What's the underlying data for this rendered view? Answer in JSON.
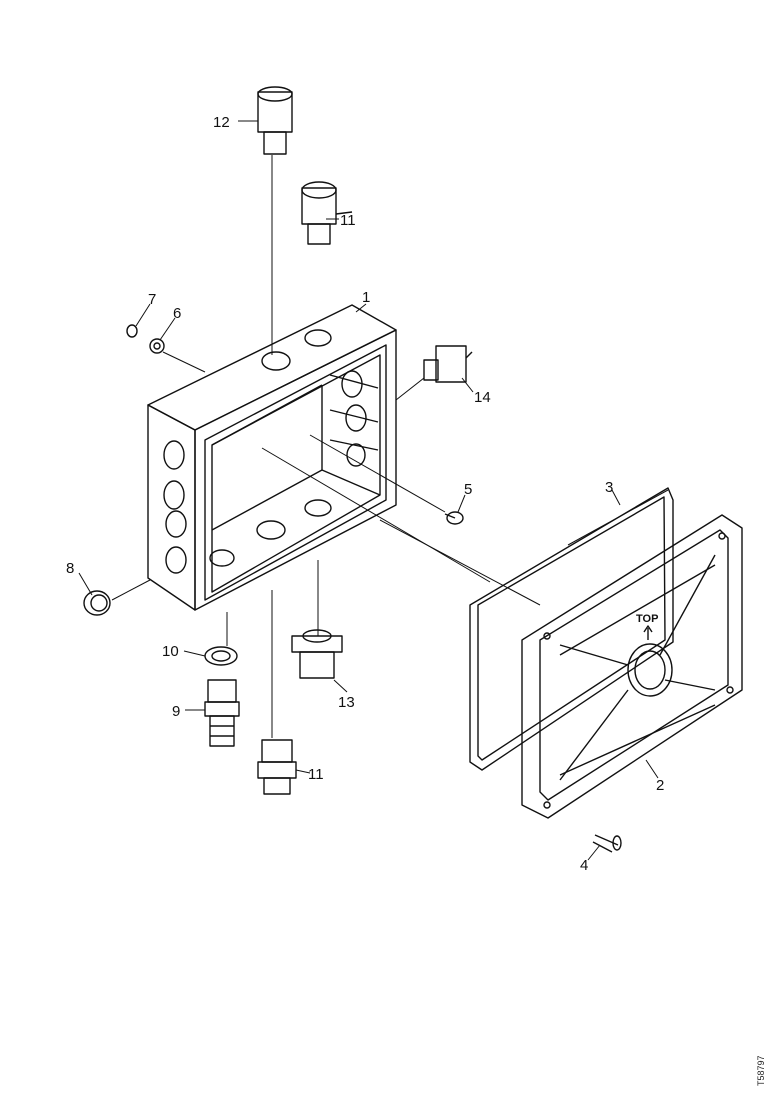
{
  "diagram": {
    "type": "exploded-parts-view",
    "callouts": [
      {
        "id": "c1",
        "label": "1"
      },
      {
        "id": "c2",
        "label": "2"
      },
      {
        "id": "c3",
        "label": "3"
      },
      {
        "id": "c4",
        "label": "4"
      },
      {
        "id": "c5",
        "label": "5"
      },
      {
        "id": "c6",
        "label": "6"
      },
      {
        "id": "c7",
        "label": "7"
      },
      {
        "id": "c8",
        "label": "8"
      },
      {
        "id": "c9",
        "label": "9"
      },
      {
        "id": "c10",
        "label": "10"
      },
      {
        "id": "c11a",
        "label": "11"
      },
      {
        "id": "c11b",
        "label": "11"
      },
      {
        "id": "c12",
        "label": "12"
      },
      {
        "id": "c13",
        "label": "13"
      },
      {
        "id": "c14",
        "label": "14"
      }
    ],
    "lid_text": "TOP",
    "lid_arrow": "↑",
    "reference_code": "T58797"
  }
}
